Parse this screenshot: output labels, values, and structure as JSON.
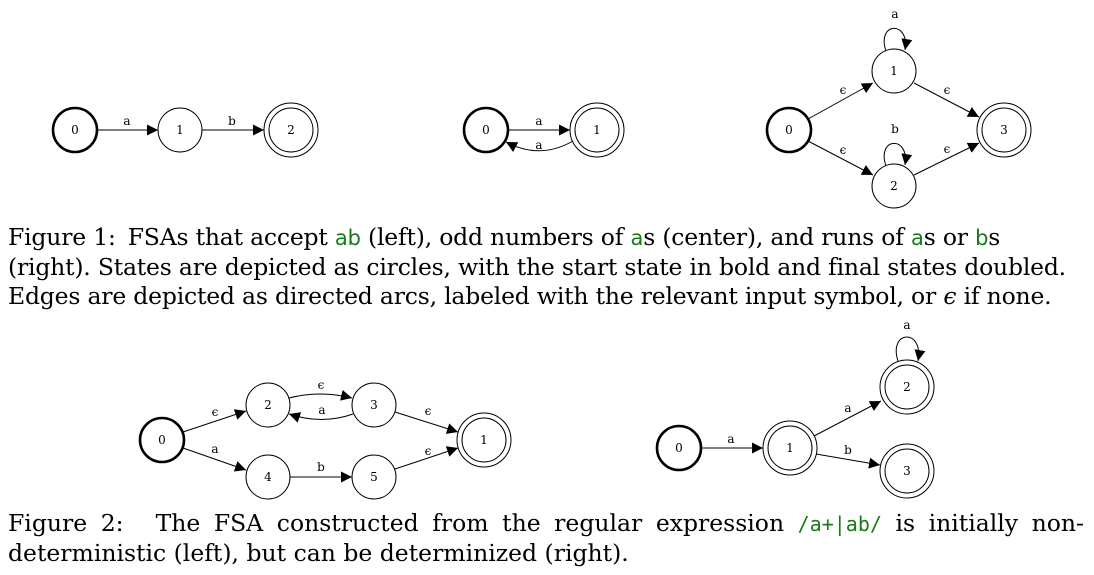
{
  "figure1": {
    "left": {
      "states": [
        "0",
        "1",
        "2"
      ],
      "edges": [
        "a",
        "b"
      ]
    },
    "center": {
      "states": [
        "0",
        "1"
      ],
      "edges": [
        "a",
        "a"
      ]
    },
    "right": {
      "states": [
        "0",
        "1",
        "2",
        "3"
      ],
      "edges": [
        "a",
        "ϵ",
        "ϵ",
        "b",
        "ϵ",
        "ϵ"
      ]
    },
    "caption": {
      "label": "Figure 1:",
      "t1": "FSAs that accept ",
      "c1": "ab",
      "t2": " (left), odd numbers of ",
      "c2": "a",
      "t3": "s (center), and runs of ",
      "c3": "a",
      "t4": "s or ",
      "c4": "b",
      "t5": "s (right). States are depicted as circles, with the start state in bold and final states doubled. Edges are depicted as directed arcs, labeled with the relevant input symbol, or ",
      "eps": "ϵ",
      "t6": " if none."
    }
  },
  "figure2": {
    "left": {
      "states": [
        "0",
        "2",
        "3",
        "4",
        "5",
        "1"
      ],
      "edges": [
        "ϵ",
        "a",
        "ϵ",
        "a",
        "ϵ",
        "b",
        "ϵ"
      ]
    },
    "right": {
      "states": [
        "0",
        "1",
        "2",
        "3"
      ],
      "edges": [
        "a",
        "a",
        "a",
        "b"
      ]
    },
    "caption": {
      "label": "Figure 2:",
      "t1": "The FSA constructed from the regular expression ",
      "code": "/a+|ab/",
      "t2": " is initially non-deterministic (left), but can be determinized (right)."
    }
  }
}
